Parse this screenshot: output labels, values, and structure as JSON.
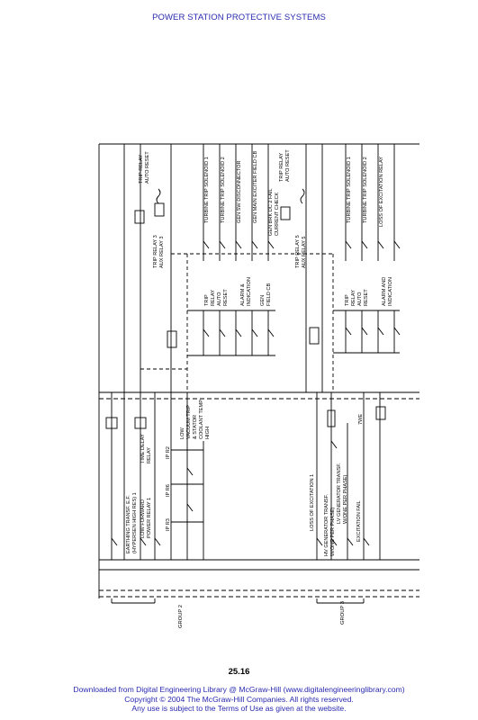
{
  "header": {
    "title": "POWER STATION PROTECTIVE SYSTEMS"
  },
  "page": {
    "number": "25.16"
  },
  "footer": {
    "line1": "Downloaded from Digital Engineering Library @ McGraw-Hill (www.digitalengineeringlibrary.com)",
    "line2": "Copyright © 2004 The McGraw-Hill Companies. All rights reserved.",
    "line3": "Any use is subject to the Terms of Use as given at the website."
  },
  "diagram": {
    "top_left_group": {
      "trip_relay": "TRIP RELAY",
      "auto_reset": "AUTO RESET",
      "relay3": "TRIP RELAY 3",
      "aux_relay": "AUX RELAY 3",
      "outputs": [
        "TURBINE TRIP SOLENOID 1",
        "TURBINE TRIP SOLENOID 2",
        "GEN SW DISCONNECTOR",
        "GEN MAIN EXCITER FIELD CB"
      ],
      "sub1": [
        "TRIP",
        "RELAY",
        "AUTO",
        "RESET"
      ],
      "sub2": [
        "ALARM &",
        "INDICATION"
      ],
      "sub3": [
        "GEN",
        "FIELD CB"
      ]
    },
    "top_right_group": {
      "trip_relay": "TRIP RELAY",
      "auto_reset": "AUTO RESET",
      "dc_fail": "GEN BRK DC 2 FAIL",
      "current_check": "CURRENT CHECK",
      "relay5": "TRIP RELAY 5",
      "aux_relay": "AUX RELAY 5",
      "outputs": [
        "TURBINE TRIP SOLENOID 1",
        "TURBINE TRIP SOLENOID 2",
        "LOSS OF EXCITATION RELAY"
      ],
      "sub1": [
        "TRIP",
        "RELAY",
        "AUTO",
        "RESET"
      ],
      "sub2": [
        "ALARM AND",
        "INDICATION"
      ]
    },
    "bottom_left_group": {
      "earthing": [
        "EARTHING TRANSF. E.F.",
        "(HYPERSEN HIGH RES) 1"
      ],
      "time_delay": [
        "TIME DELAY",
        "RELAY"
      ],
      "low_forward": [
        "LOW FORWARD",
        "POWER RELAY 1"
      ],
      "ip2": "IP R2",
      "ip6": "IP R6",
      "ip3": "IP R3",
      "low_vac": [
        "LOW",
        "VACUUM TRIP",
        "& STATOR",
        "COOLANT TEMP",
        "HIGH"
      ],
      "group": "GROUP 2"
    },
    "bottom_right_group": {
      "loss_exc": "LOSS OF EXCITATION 1",
      "hv_gen": [
        "HV GENERATOR TRANSF.",
        "W/ONE PER PHASE)"
      ],
      "lv_gen": [
        "LV GENERATOR TRANSF.",
        "W/ONE PER PHASE)"
      ],
      "exc_fail": "EXCITATION FAIL",
      "twc": "7WE",
      "group": "GROUP 3"
    }
  }
}
